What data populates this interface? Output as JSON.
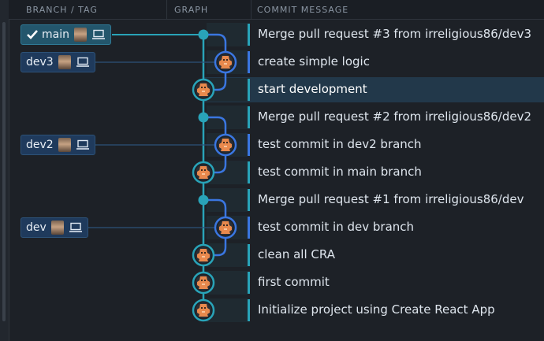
{
  "header": {
    "branch_tag": "BRANCH / TAG",
    "graph": "GRAPH",
    "commit_message": "COMMIT MESSAGE"
  },
  "colors": {
    "lane_main": "#29a3b8",
    "lane_dev": "#3a76e0",
    "head_ref": "#23566c",
    "ref": "#1f3a5c",
    "selected_row": "#22384a"
  },
  "refs": [
    {
      "name": "main",
      "is_head": true,
      "icons": [
        "check-icon",
        "avatar-icon",
        "laptop-icon"
      ]
    },
    {
      "name": "dev3",
      "is_head": false,
      "icons": [
        "avatar-icon",
        "laptop-icon"
      ]
    },
    {
      "name": "dev2",
      "is_head": false,
      "icons": [
        "avatar-icon",
        "laptop-icon"
      ]
    },
    {
      "name": "dev",
      "is_head": false,
      "icons": [
        "avatar-icon",
        "laptop-icon"
      ]
    }
  ],
  "commits": [
    {
      "message": "Merge pull request #3 from irreligious86/dev3",
      "lane": "main",
      "type": "merge"
    },
    {
      "message": "create simple logic",
      "lane": "dev",
      "type": "commit"
    },
    {
      "message": "start development",
      "lane": "main",
      "type": "commit",
      "selected": true
    },
    {
      "message": "Merge pull request #2 from irreligious86/dev2",
      "lane": "main",
      "type": "merge"
    },
    {
      "message": "test commit in dev2 branch",
      "lane": "dev",
      "type": "commit"
    },
    {
      "message": "test commit in main branch",
      "lane": "main",
      "type": "commit"
    },
    {
      "message": "Merge pull request #1 from irreligious86/dev",
      "lane": "main",
      "type": "merge"
    },
    {
      "message": "test commit in dev branch",
      "lane": "dev",
      "type": "commit"
    },
    {
      "message": "clean all CRA",
      "lane": "main",
      "type": "commit"
    },
    {
      "message": "first commit",
      "lane": "main",
      "type": "commit"
    },
    {
      "message": "Initialize project using Create React App",
      "lane": "main",
      "type": "commit"
    }
  ]
}
